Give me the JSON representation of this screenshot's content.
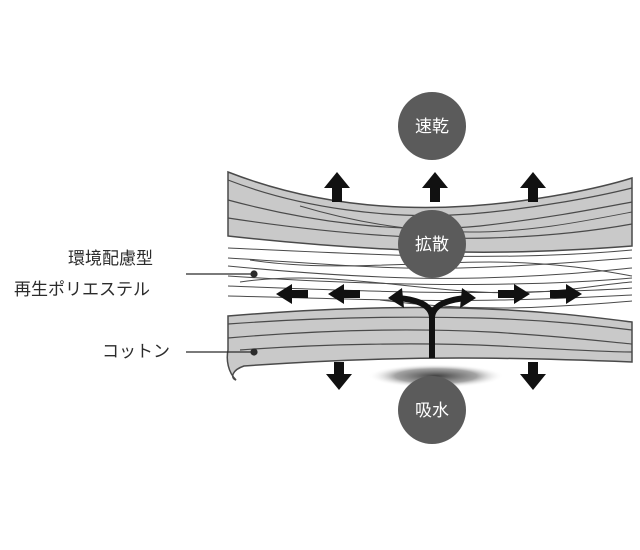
{
  "labels": {
    "polyester_line1": "環境配慮型",
    "polyester_line2": "再生ポリエステル",
    "cotton": "コットン"
  },
  "circles": {
    "quick_dry": "速乾",
    "diffuse": "拡散",
    "absorb": "吸水"
  },
  "colors": {
    "fiber_gray": "#c9c9c9",
    "fiber_line": "#4a4a4a",
    "circle_fill": "#5b5b5b",
    "arrow": "#111111"
  }
}
